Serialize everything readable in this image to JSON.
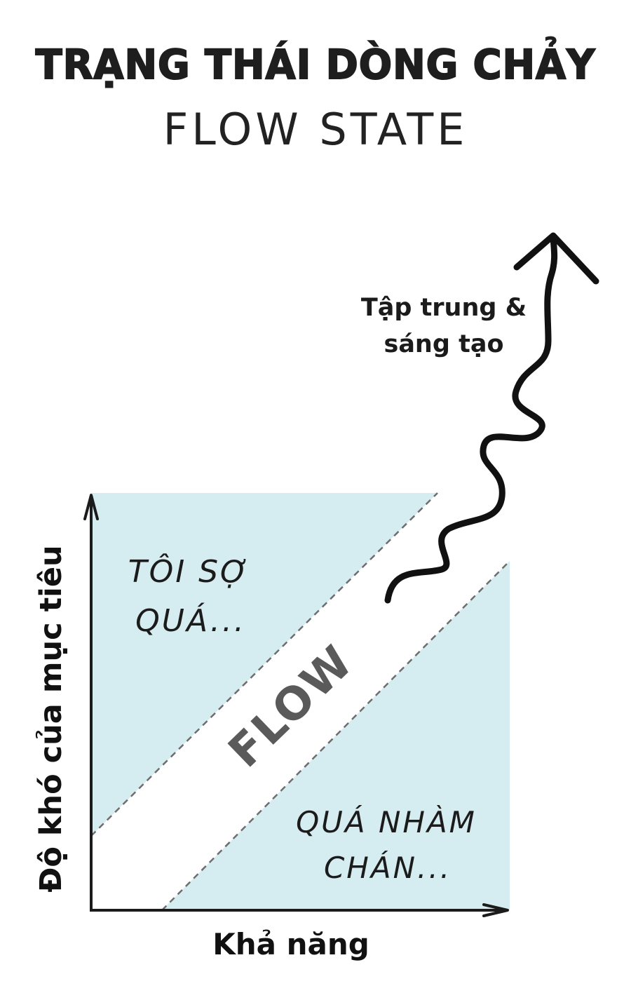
{
  "title": "TRẠNG THÁI DÒNG CHẢY",
  "subtitle": "FLOW STATE",
  "diagram": {
    "y_axis_label": "Độ khó của mục tiêu",
    "x_axis_label": "Khả năng",
    "zone_anxiety": {
      "line1": "TÔI SỢ",
      "line2": "QUÁ..."
    },
    "zone_flow": "FLOW",
    "zone_boredom": {
      "line1": "QUÁ NHÀM",
      "line2": "CHÁN..."
    },
    "arrow_label": {
      "line1": "Tập trung &",
      "line2": "sáng tạo"
    }
  },
  "colors": {
    "zone_fill": "#d5ecf1",
    "ink": "#1b1b1b",
    "flow_text": "#5a5a5a",
    "dashed_line": "#6e6e6e"
  }
}
